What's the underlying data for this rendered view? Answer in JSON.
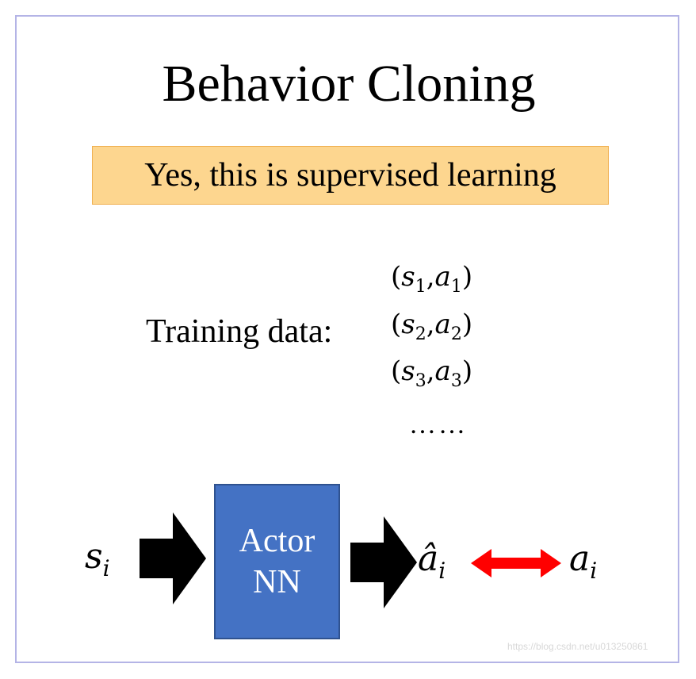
{
  "title": "Behavior Cloning",
  "banner_text": "Yes, this is supervised learning",
  "training_label": "Training data:",
  "pairs": [
    {
      "s": "s",
      "s_sub": "1",
      "a": "a",
      "a_sub": "1"
    },
    {
      "s": "s",
      "s_sub": "2",
      "a": "a",
      "a_sub": "2"
    },
    {
      "s": "s",
      "s_sub": "3",
      "a": "a",
      "a_sub": "3"
    }
  ],
  "ellipsis": "……",
  "flow": {
    "input_var": "s",
    "input_sub": "i",
    "actor_line1": "Actor",
    "actor_line2": "NN",
    "pred_var": "â",
    "pred_sub": "i",
    "target_var": "a",
    "target_sub": "i"
  },
  "colors": {
    "banner_fill": "#fdd68f",
    "actor_fill": "#4472c4",
    "compare_arrow": "#ff0000"
  },
  "watermark": "https://blog.csdn.net/u013250861"
}
